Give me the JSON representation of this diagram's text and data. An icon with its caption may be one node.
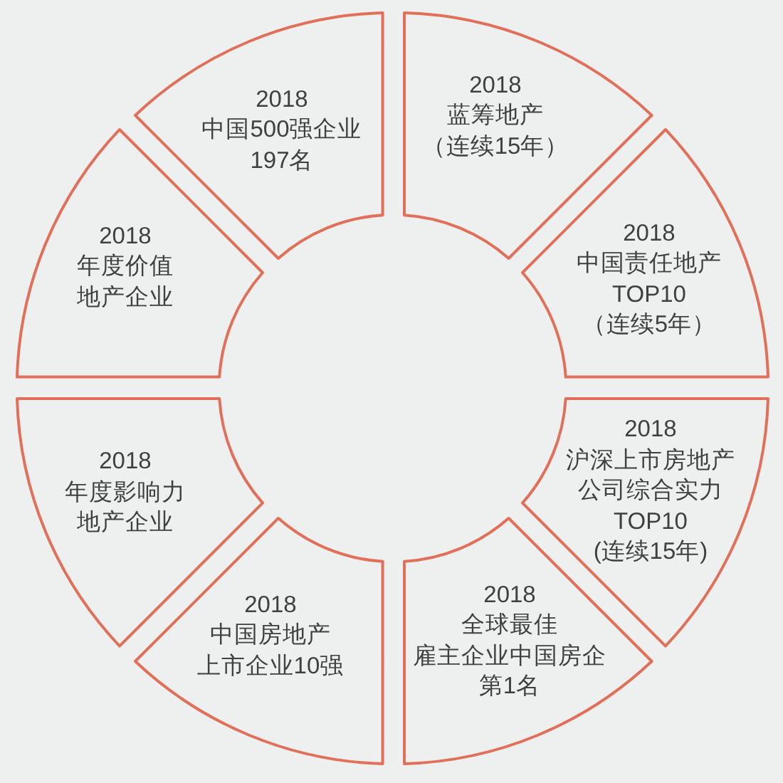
{
  "diagram": {
    "nodes": [
      {
        "text": [
          "2018 中国500强企业 197名"
        ]
      },
      {
        "text": [
          "2018 蓝筹地产（连续15年）"
        ]
      },
      {
        "text": [
          "2018 年度价值地产企业"
        ]
      },
      {
        "text": [
          "2018 中国责任地产 TOP10 （连续5年）"
        ]
      },
      {
        "text": [
          "2018 年度影响力地产企业"
        ]
      },
      {
        "text": [
          "2018 沪深上市房地产公司综合实力 TOP10 (连续15年)"
        ]
      },
      {
        "text": [
          "2018 中国房地产上市企业10强"
        ]
      },
      {
        "text": [
          "2018 全球最佳雇主企业中国房企第1名"
        ]
      }
    ]
  }
}
